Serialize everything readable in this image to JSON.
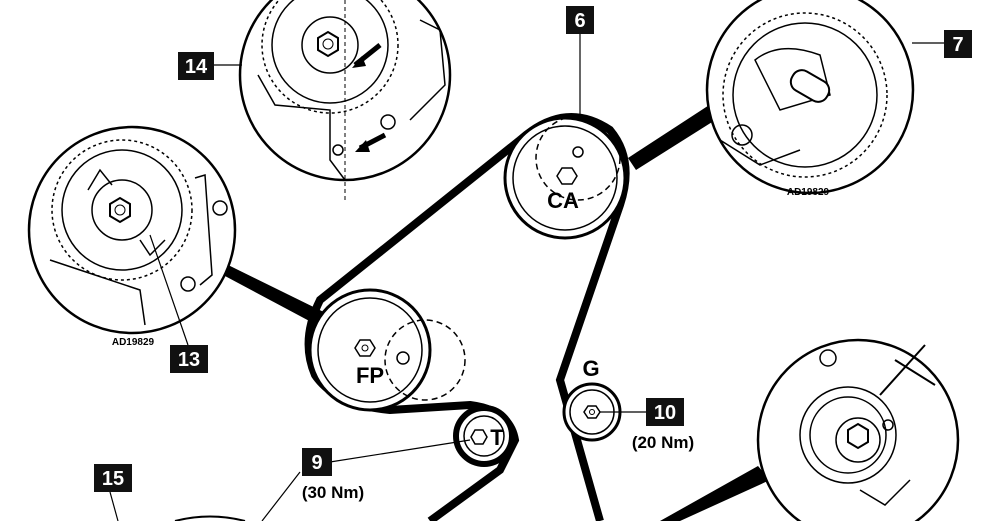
{
  "callouts": {
    "c6": "6",
    "c7": "7",
    "c9": "9",
    "c10": "10",
    "c13": "13",
    "c14": "14",
    "c15": "15"
  },
  "pulley_labels": {
    "camshaft": "CA",
    "fuel_pump": "FP",
    "tensioner": "T",
    "guide": "G"
  },
  "torques": {
    "tensioner": "(30 Nm)",
    "guide": "(20 Nm)"
  },
  "figure_codes": {
    "top_right": "AD19829",
    "left": "AD19829"
  }
}
